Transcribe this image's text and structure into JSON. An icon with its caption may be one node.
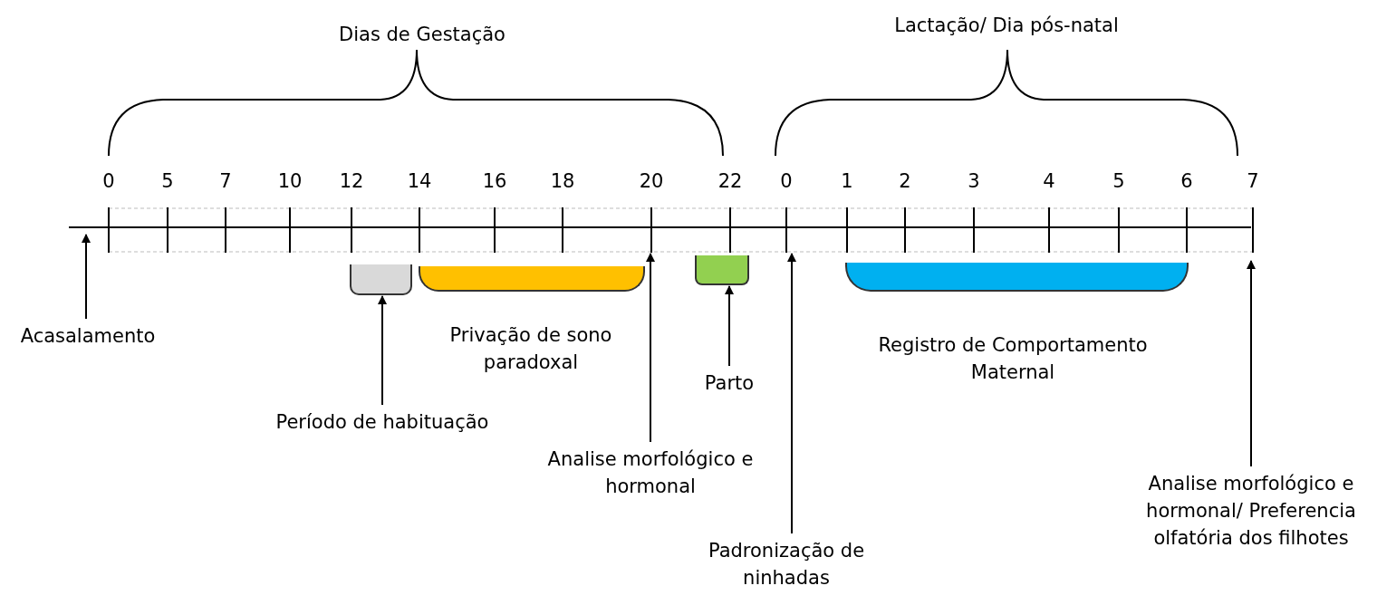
{
  "diagram": {
    "nodes": [
      {
        "text": [
          "Acasalamento"
        ]
      },
      {
        "text": [],
        "shape": "bar"
      },
      {
        "text": [
          "Período de habituação"
        ]
      },
      {
        "text": [],
        "shape": "bar",
        "beside": [
          "Privação de sono paradoxal"
        ]
      },
      {
        "text": [
          "Analise morfológico e hormonal"
        ]
      },
      {
        "text": [],
        "shape": "bar"
      },
      {
        "text": [
          "Parto"
        ]
      },
      {
        "text": [
          "Padronização de ninhadas"
        ]
      },
      {
        "text": [],
        "shape": "bar",
        "beside": [
          "Registro de Comportamento Maternal"
        ]
      },
      {
        "text": [
          "Analise morfológico e hormonal/ Preferencia olfatória dos filhotes"
        ]
      }
    ],
    "edges": [
      {
        "from": 0,
        "to": null,
        "arrow": "to"
      },
      {
        "from": 2,
        "to": 1,
        "arrow": "to"
      },
      {
        "from": 4,
        "to": 3,
        "arrow": "to"
      },
      {
        "from": 6,
        "to": 5,
        "arrow": "to"
      },
      {
        "from": 7,
        "to": null,
        "arrow": "to"
      },
      {
        "from": 9,
        "to": null,
        "arrow": "to"
      }
    ],
    "labels": [
      "Dias de Gestação",
      "Lactação/ Dia pós-natal",
      "0",
      "5",
      "7",
      "10",
      "12",
      "14",
      "16",
      "18",
      "20",
      "22",
      "0",
      "1",
      "2",
      "3",
      "4",
      "5",
      "6",
      "7"
    ]
  }
}
